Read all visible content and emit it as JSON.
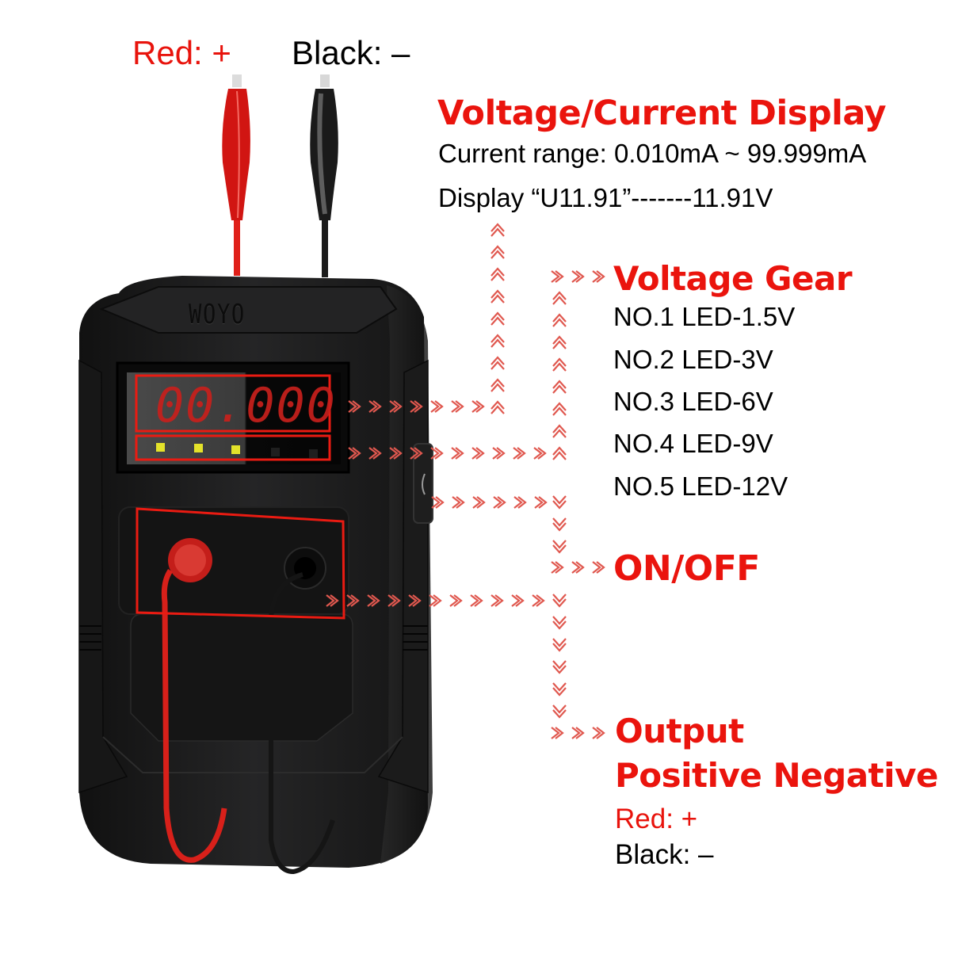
{
  "top_labels": {
    "red_lead": "Red: +",
    "black_lead": "Black: –"
  },
  "device": {
    "brand": "WOYO",
    "display_reading": "00.000",
    "gear_leds": [
      {
        "index": 1,
        "state": "on"
      },
      {
        "index": 2,
        "state": "on"
      },
      {
        "index": 3,
        "state": "on"
      },
      {
        "index": 4,
        "state": "off"
      },
      {
        "index": 5,
        "state": "off"
      }
    ],
    "power_button_icon": "power-icon"
  },
  "callouts": {
    "display": {
      "title": "Voltage/Current Display",
      "lines": [
        "Current range: 0.010mA ~ 99.999mA",
        "Display “U11.91”-------11.91V"
      ]
    },
    "voltage_gear": {
      "title": "Voltage Gear",
      "items": [
        "NO.1 LED-1.5V",
        "NO.2 LED-3V",
        "NO.3 LED-6V",
        "NO.4 LED-9V",
        "NO.5 LED-12V"
      ]
    },
    "on_off": {
      "title": "ON/OFF"
    },
    "output": {
      "title_line1": "Output",
      "title_line2": "Positive Negative",
      "red": "Red: +",
      "black": "Black: –"
    }
  },
  "colors": {
    "accent_red": "#e8130c",
    "arrow_red": "#e0584f",
    "device_body": "#1c1c1d",
    "led_on": "#e4e22a",
    "segment_red": "#c8201c"
  }
}
